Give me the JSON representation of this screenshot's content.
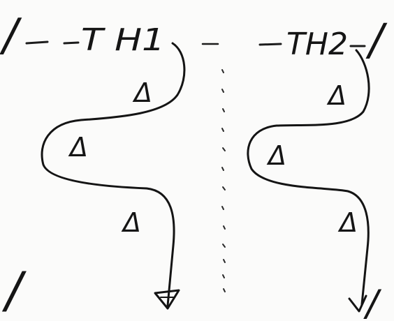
{
  "sheet": {
    "left_title": "T H1",
    "right_title": "TH2",
    "triangle_symbol": "Δ",
    "ink_color": "#141414",
    "paper_color": "#fbfbfa",
    "tick_mark": "/"
  }
}
